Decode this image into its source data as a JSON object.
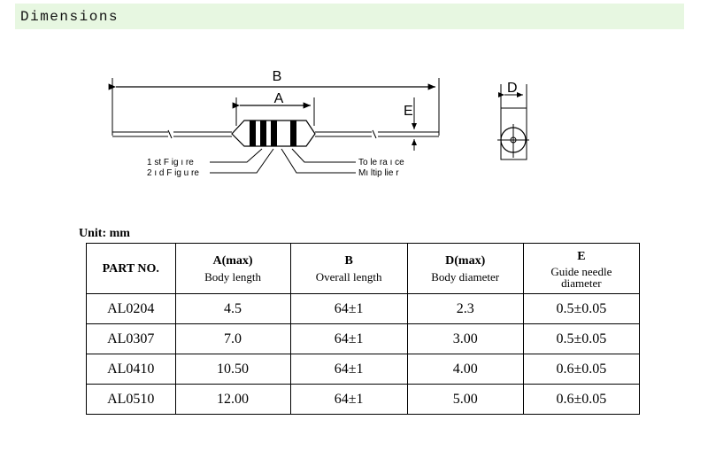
{
  "header": {
    "title": "Dimensions"
  },
  "diagram": {
    "label_B": "B",
    "label_A": "A",
    "label_E": "E",
    "label_D": "D",
    "callout_first_figure": "1 st F ig ı re",
    "callout_second_figure": "2 ı d F ig u re",
    "callout_tolerance": "To le ra ı ce",
    "callout_multiplier": "Mı ltip lie r"
  },
  "unit_label": "Unit: mm",
  "table": {
    "headers": [
      {
        "main": "PART NO.",
        "sub": "",
        "sub2": ""
      },
      {
        "main": "A(max)",
        "sub": "Body length",
        "sub2": ""
      },
      {
        "main": "B",
        "sub": "Overall length",
        "sub2": ""
      },
      {
        "main": "D(max)",
        "sub": "Body diameter",
        "sub2": ""
      },
      {
        "main": "E",
        "sub": "Guide needle",
        "sub2": "diameter"
      }
    ],
    "rows": [
      [
        "AL0204",
        "4.5",
        "64±1",
        "2.3",
        "0.5±0.05"
      ],
      [
        "AL0307",
        "7.0",
        "64±1",
        "3.00",
        "0.5±0.05"
      ],
      [
        "AL0410",
        "10.50",
        "64±1",
        "4.00",
        "0.6±0.05"
      ],
      [
        "AL0510",
        "12.00",
        "64±1",
        "5.00",
        "0.6±0.05"
      ]
    ]
  }
}
